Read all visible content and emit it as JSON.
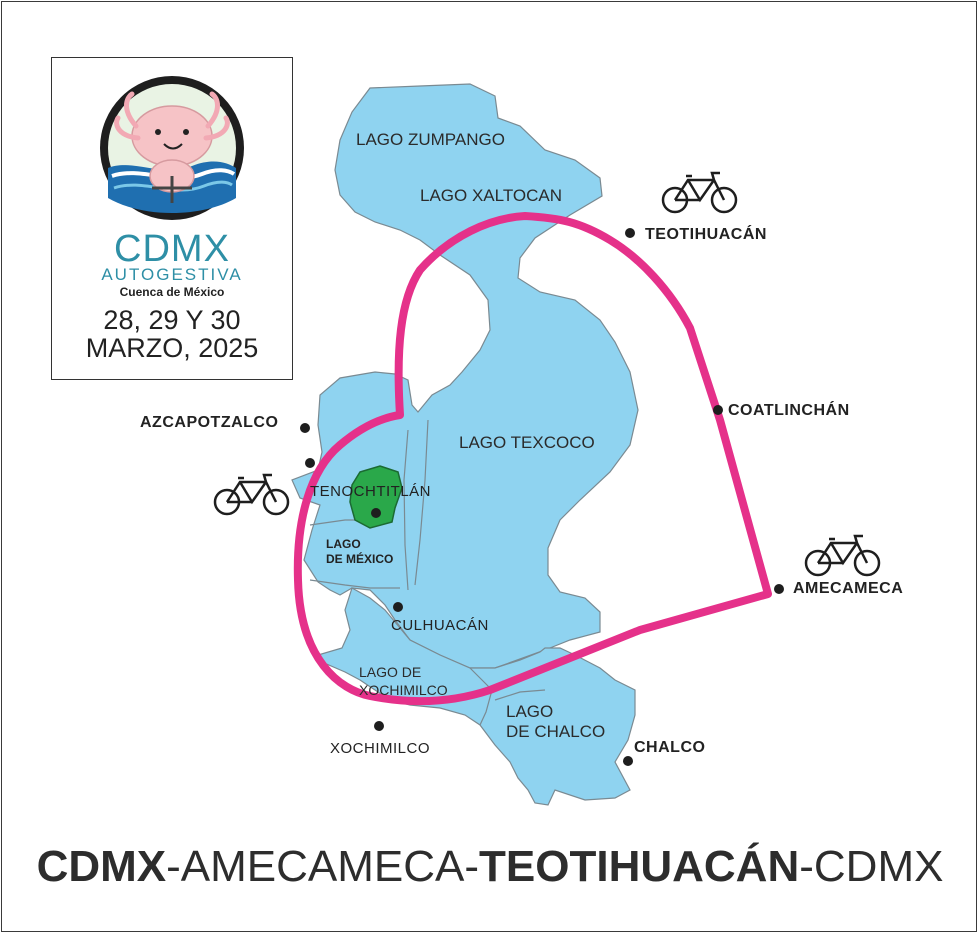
{
  "logo": {
    "title": "CDMX",
    "subtitle": "AUTOGESTIVA",
    "region": "Cuenca de México",
    "date_line1": "28, 29 Y 30",
    "date_line2": "MARZO, 2025"
  },
  "lakes": {
    "zumpango": "LAGO ZUMPANGO",
    "xaltocan": "LAGO XALTOCAN",
    "texcoco": "LAGO TEXCOCO",
    "mexico_line1": "LAGO",
    "mexico_line2": "DE MÉXICO",
    "xochimilco_line1": "LAGO DE",
    "xochimilco_line2": "XOCHIMILCO",
    "chalco_line1": "LAGO",
    "chalco_line2": "DE CHALCO"
  },
  "places": {
    "teotihuacan": "TEOTIHUACÁN",
    "coatlinchan": "COATLINCHÁN",
    "amecameca": "AMECAMECA",
    "azcapotzalco": "AZCAPOTZALCO",
    "tenochtitlan": "TENOCHTITLÁN",
    "culhuacan": "CULHUACÁN",
    "xochimilco": "XOCHIMILCO",
    "chalco": "CHALCO"
  },
  "route_title": {
    "part1": "CDMX",
    "part2": "-AMECAMECA-",
    "part3": "TEOTIHUACÁN",
    "part4": "-CDMX"
  },
  "colors": {
    "lake": "#8fd3f0",
    "route": "#e5318a",
    "island": "#2aa84a",
    "brand": "#2e8fa6"
  },
  "icons": [
    "axolotl-logo-icon",
    "bicycle-icon"
  ]
}
